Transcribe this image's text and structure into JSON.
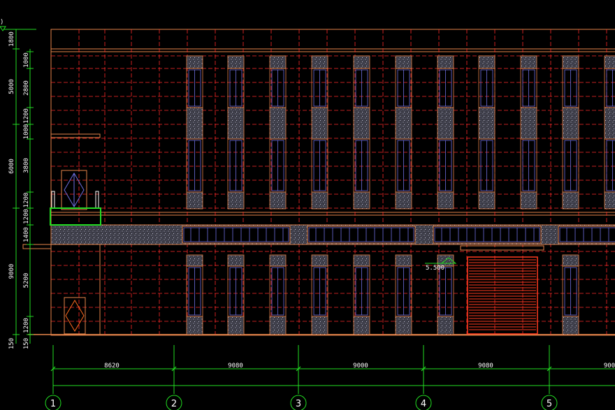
{
  "drawing": {
    "top_mark": ")",
    "level_mark": "5.500",
    "colors": {
      "background": "#000000",
      "outline": "#e6844a",
      "grid": "#ff2a2a",
      "dimension": "#22dd22",
      "glass": "#6f6fe0",
      "panel": "#5a5a5a",
      "shutter": "#ff3b1f",
      "text": "#ffffff"
    }
  },
  "vertical_dimensions": {
    "outer": [
      "1800",
      "5000",
      "6000",
      "9000",
      "150"
    ],
    "inner": [
      "1000",
      "2800",
      "1200",
      "1000",
      "3800",
      "1200",
      "1200",
      "1400",
      "5200",
      "1200",
      "150"
    ]
  },
  "horizontal_dimensions": [
    "8620",
    "9080",
    "9000",
    "9080",
    "900"
  ],
  "axes": [
    "1",
    "2",
    "3",
    "4",
    "5"
  ]
}
